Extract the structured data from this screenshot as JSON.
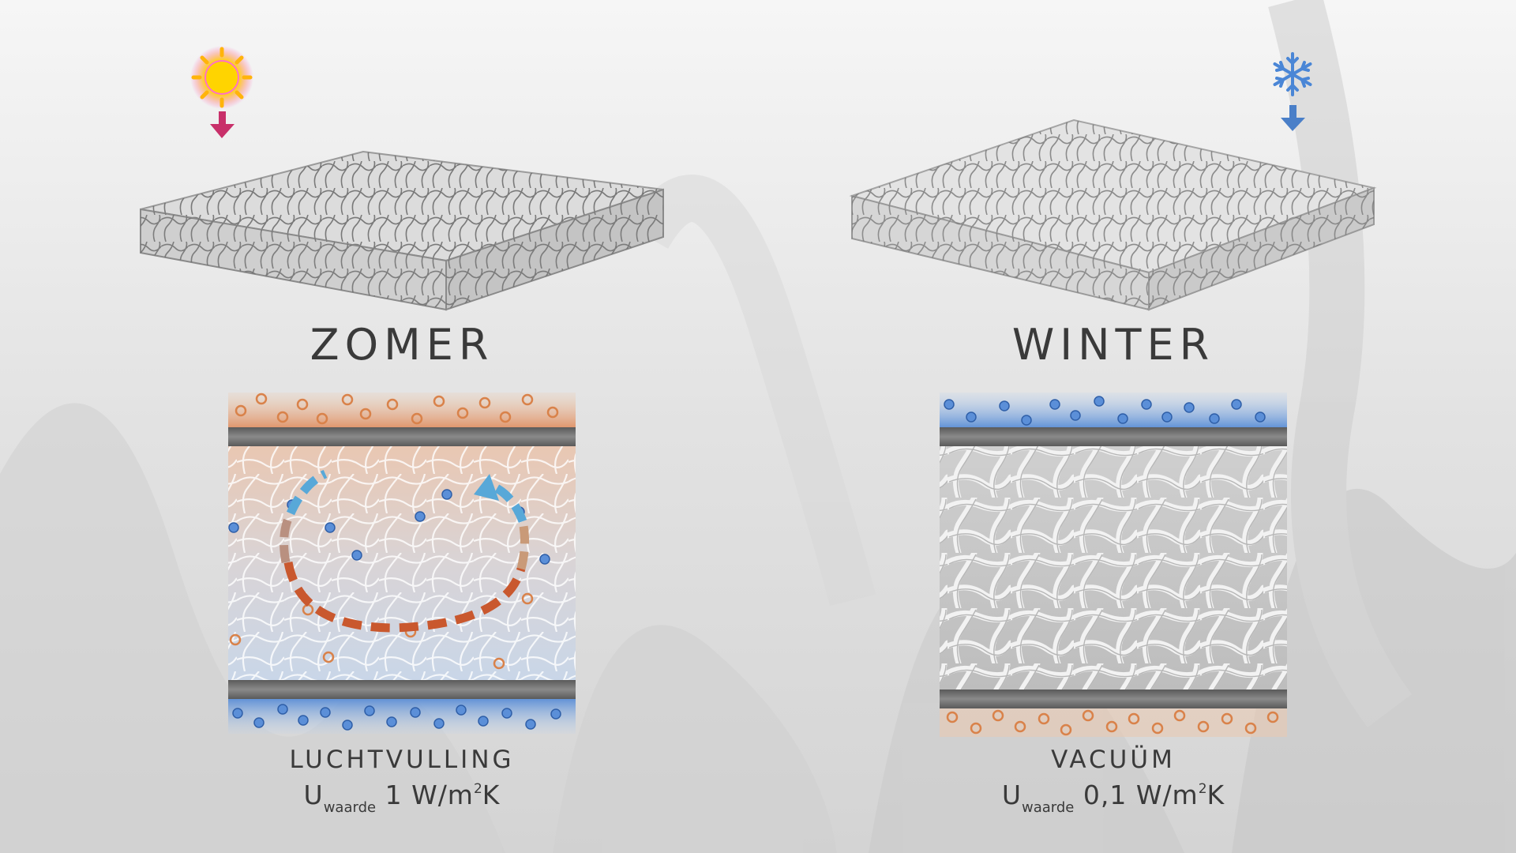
{
  "panels": {
    "summer": {
      "title": "ZOMER",
      "caption": "LUCHTVULLING",
      "u_symbol": "U",
      "u_sub": "waarde",
      "u_value": "1 W/m",
      "u_sup": "2",
      "u_unit": "K",
      "icon": "sun-icon",
      "arrow_color": "#c8306a"
    },
    "winter": {
      "title": "WINTER",
      "caption": "VACUÜM",
      "u_symbol": "U",
      "u_sub": "waarde",
      "u_value": "0,1 W/m",
      "u_sup": "2",
      "u_unit": "K",
      "icon": "snowflake-icon",
      "arrow_color": "#4a7fc8"
    }
  },
  "colors": {
    "warm": "#d9824a",
    "cold": "#4a7fd0",
    "plate": "#6a6a6a",
    "background": "#e6e6e6"
  }
}
